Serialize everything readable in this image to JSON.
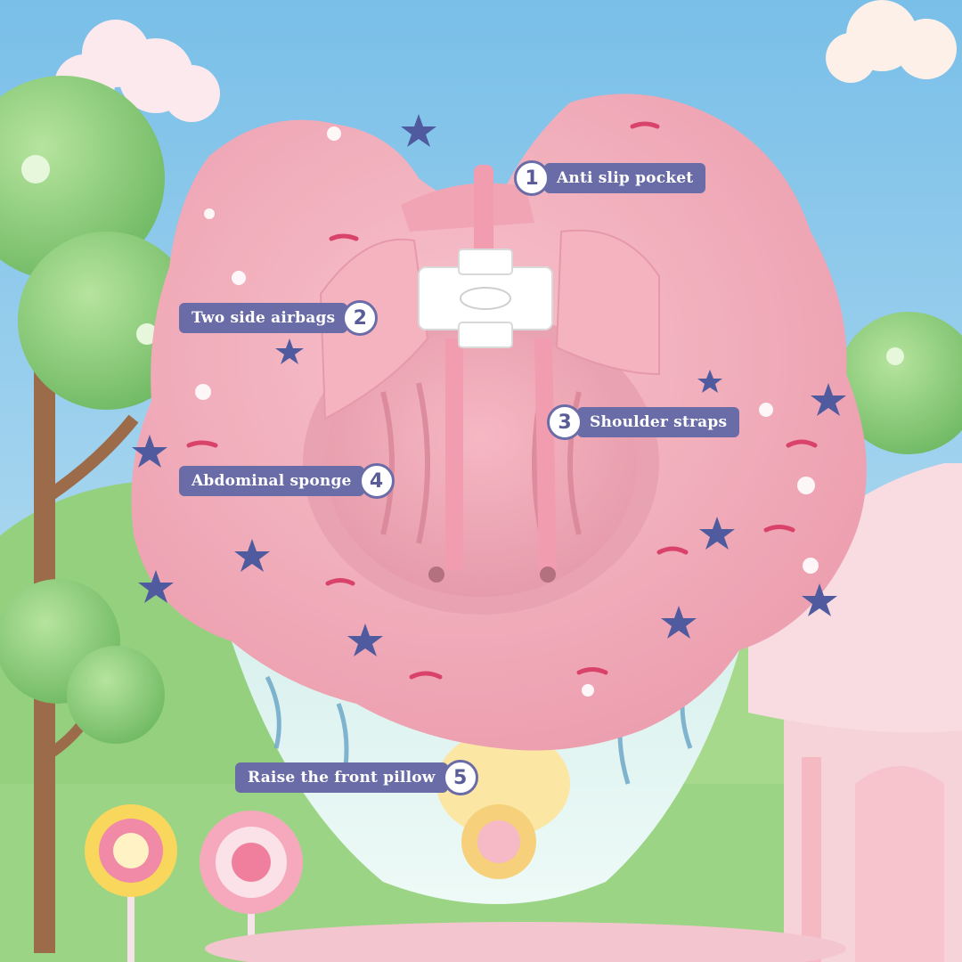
{
  "callouts": [
    {
      "number": "1",
      "label": "Anti slip pocket"
    },
    {
      "number": "2",
      "label": "Two side airbags"
    },
    {
      "number": "3",
      "label": "Shoulder straps"
    },
    {
      "number": "4",
      "label": "Abdominal sponge"
    },
    {
      "number": "5",
      "label": "Raise the front pillow"
    }
  ],
  "colors": {
    "callout_fill": "#6a6ca8",
    "float_pink": "#f2a9b7",
    "sky": "#8cc8ea",
    "tree_green": "#8ccf7a"
  }
}
